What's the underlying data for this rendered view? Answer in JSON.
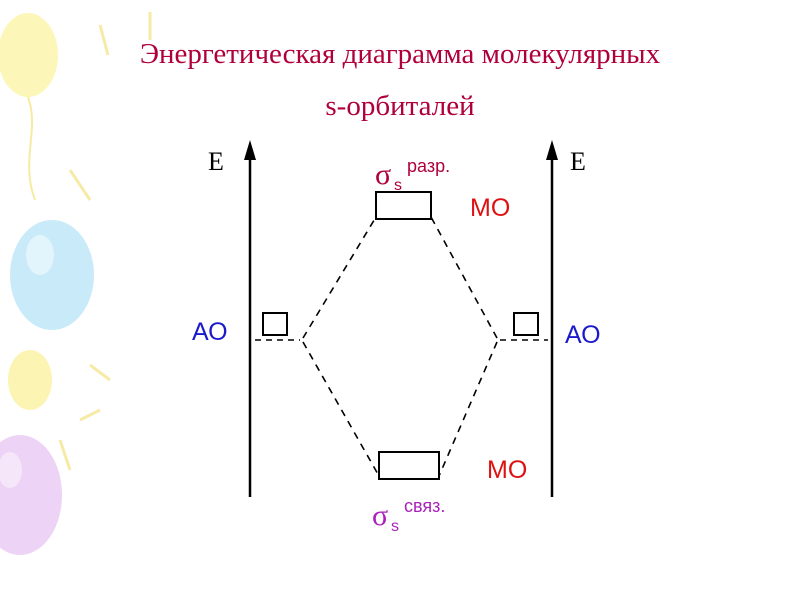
{
  "title": {
    "line1": "Энергетическая диаграмма молекулярных",
    "line2": "s-орбиталей"
  },
  "diagram": {
    "left_axis_label": "E",
    "right_axis_label": "E",
    "left_ao_label": "АО",
    "right_ao_label": "АО",
    "top_mo_label": "МО",
    "bottom_mo_label": "МО",
    "antibonding": {
      "symbol": "σ",
      "subscript": "s",
      "superscript": "разр."
    },
    "bonding": {
      "symbol": "σ",
      "subscript": "s",
      "superscript": "связ."
    }
  },
  "colors": {
    "title": "#b0003a",
    "ao": "#1a1acc",
    "mo": "#dd1111",
    "sigma_top": "#b0003a",
    "sigma_bottom": "#aa22bb",
    "lines": "#000000"
  }
}
